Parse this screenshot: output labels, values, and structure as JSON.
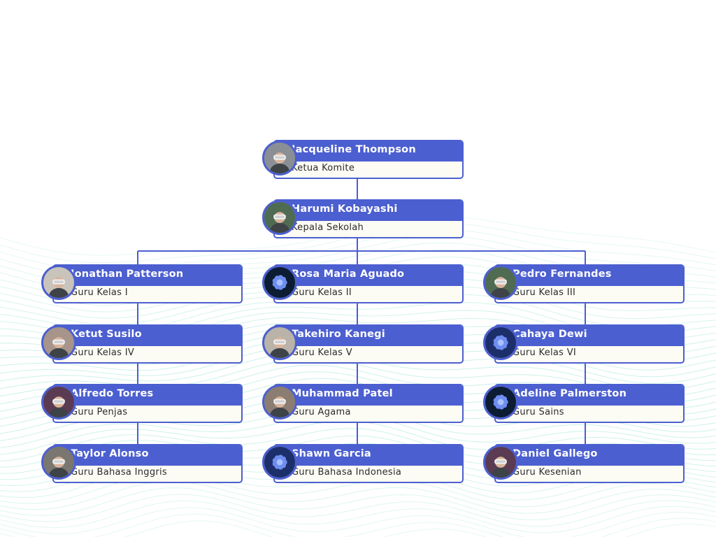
{
  "org_chart": {
    "root": {
      "name": "Jacqueline Thompson",
      "role": "Ketua Komite",
      "photo": "person-vr-headset-icon"
    },
    "head": {
      "name": "Harumi Kobayashi",
      "role": "Kepala Sekolah",
      "photo": "person-vr-headset-icon"
    },
    "columns": [
      [
        {
          "name": "Jonathan Patterson",
          "role": "Guru Kelas I",
          "photo": "person-vr-headset-icon"
        },
        {
          "name": "Ketut Susilo",
          "role": "Guru Kelas IV",
          "photo": "person-vr-headset-icon"
        },
        {
          "name": "Alfredo Torres",
          "role": "Guru Penjas",
          "photo": "person-vr-headset-icon"
        },
        {
          "name": "Taylor Alonso",
          "role": "Guru Bahasa Inggris",
          "photo": "person-vr-headset-icon"
        }
      ],
      [
        {
          "name": "Rosa Maria Aguado",
          "role": "Guru Kelas II",
          "photo": "blue-flower-icon"
        },
        {
          "name": "Takehiro Kanegi",
          "role": "Guru Kelas V",
          "photo": "person-vr-headset-icon"
        },
        {
          "name": "Muhammad Patel",
          "role": "Guru Agama",
          "photo": "person-vr-headset-icon"
        },
        {
          "name": "Shawn Garcia",
          "role": "Guru Bahasa Indonesia",
          "photo": "blue-flower-icon"
        }
      ],
      [
        {
          "name": "Pedro Fernandes",
          "role": "Guru Kelas III",
          "photo": "person-vr-headset-icon"
        },
        {
          "name": "Cahaya Dewi",
          "role": "Guru Kelas VI",
          "photo": "blue-flower-icon"
        },
        {
          "name": "Adeline Palmerston",
          "role": "Guru Sains",
          "photo": "blue-flower-icon"
        },
        {
          "name": "Daniel Gallego",
          "role": "Guru Kesenian",
          "photo": "person-vr-headset-icon"
        }
      ]
    ]
  },
  "colors": {
    "accent": "#4c5fd0",
    "card_bg": "#fcfbf4",
    "wave": "#7fdcc8"
  }
}
